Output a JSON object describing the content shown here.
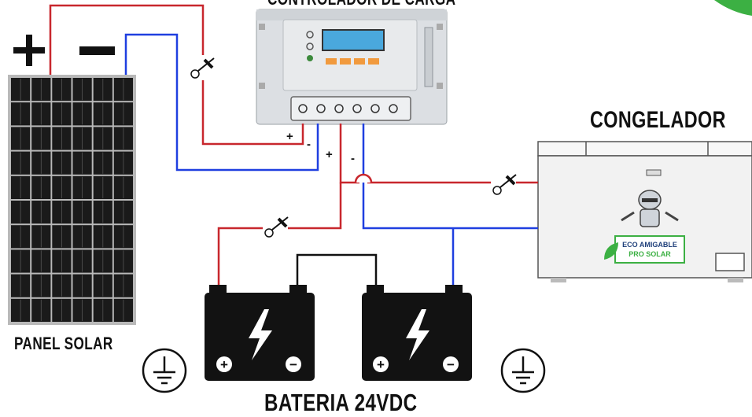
{
  "labels": {
    "controller_title": "CONTROLADOR DE CARGA",
    "freezer_title": "CONGELADOR",
    "panel_title": "PANEL SOLAR",
    "battery_title": "BATERIA 24VDC",
    "panel_plus": "+",
    "panel_minus": "−",
    "ctrl_plus_a": "+",
    "ctrl_minus_a": "-",
    "ctrl_plus_b": "+",
    "ctrl_minus_b": "-",
    "freezer_logo_line1": "ECO AMIGABLE",
    "freezer_logo_line2": "PRO SOLAR",
    "battery_plus": "+",
    "battery_minus": "−"
  },
  "colors": {
    "positive_wire": "#c8272d",
    "negative_wire": "#1f3fe0",
    "link_wire": "#111111",
    "panel_cell": "#1a1a1a",
    "panel_frame": "#b9b9b9",
    "controller_body": "#dcdfe3",
    "lcd": "#4aa8dd",
    "buttons": "#f19a3e",
    "led_green": "#3c8a3c",
    "battery_body": "#121212",
    "freezer_body": "#f2f2f2",
    "logo_green": "#3cb043"
  },
  "icons": [
    "fuse-switch-icon",
    "ground-icon",
    "lightning-icon",
    "robot-logo-icon"
  ]
}
